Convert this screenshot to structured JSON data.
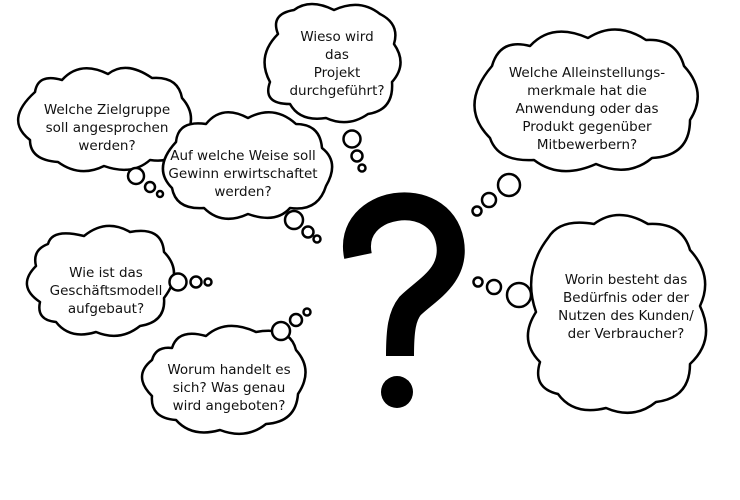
{
  "colors": {
    "stroke": "#000000",
    "fill": "#ffffff",
    "text": "#111111"
  },
  "central_symbol": {
    "glyph": "question-mark"
  },
  "clouds": [
    {
      "id": "zielgruppe",
      "lines": [
        "Welche Zielgruppe",
        "soll angesprochen",
        "werden?"
      ]
    },
    {
      "id": "gewinn",
      "lines": [
        "Auf welche Weise soll",
        "Gewinn erwirtschaftet",
        "werden?"
      ]
    },
    {
      "id": "wieso",
      "lines": [
        "Wieso wird",
        "das",
        "Projekt",
        "durchgeführt?"
      ]
    },
    {
      "id": "alleinstellung",
      "lines": [
        "Welche Alleinstellungs-",
        "merkmale hat die",
        "Anwendung oder das",
        "Produkt gegenüber",
        "Mitbewerbern?"
      ]
    },
    {
      "id": "geschaeftsmodell",
      "lines": [
        "Wie ist das",
        "Geschäftsmodell",
        "aufgebaut?"
      ]
    },
    {
      "id": "worum",
      "lines": [
        "Worum handelt es",
        "sich? Was genau",
        "wird angeboten?"
      ]
    },
    {
      "id": "beduerfnis",
      "lines": [
        "Worin besteht das",
        "Bedürfnis oder der",
        "Nutzen des Kunden/",
        "der Verbraucher?"
      ]
    }
  ]
}
